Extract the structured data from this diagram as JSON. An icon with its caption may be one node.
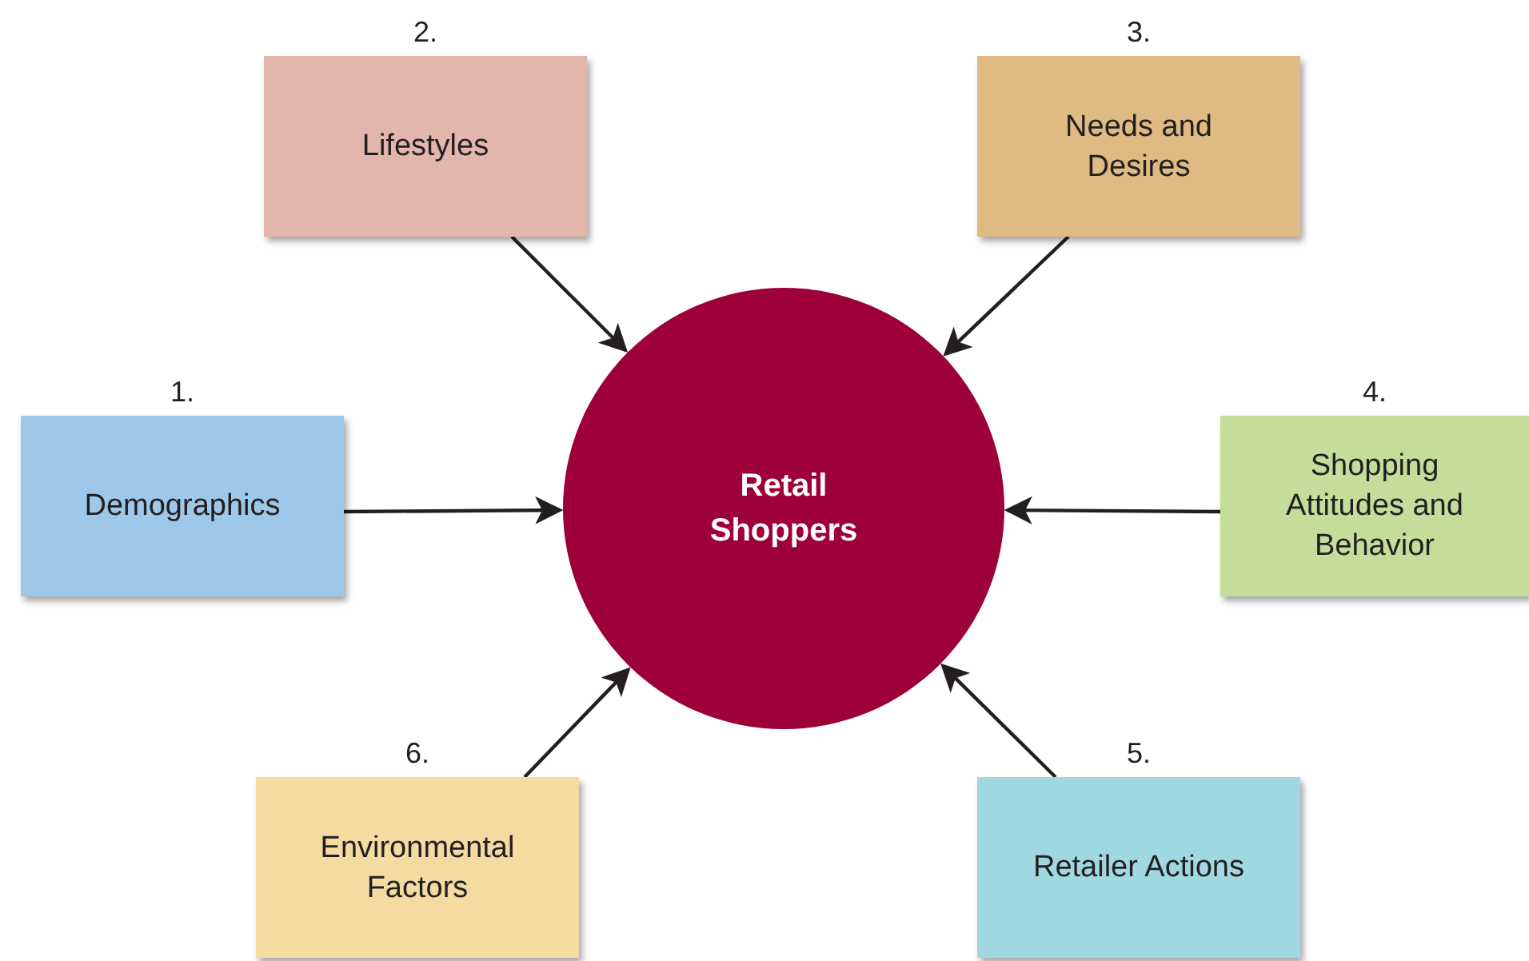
{
  "diagram": {
    "nodes": [
      {
        "text": [
          "Lifestyles"
        ],
        "beside": [
          "2."
        ]
      },
      {
        "text": [
          "Needs and Desires"
        ],
        "beside": [
          "3."
        ]
      },
      {
        "text": [
          "Demographics"
        ],
        "beside": [
          "1."
        ]
      },
      {
        "text": [
          "Retail Shoppers"
        ]
      },
      {
        "text": [
          "Shopping Attitudes and Behavior"
        ],
        "beside": [
          "4."
        ]
      },
      {
        "text": [
          "Environmental Factors"
        ],
        "beside": [
          "6."
        ]
      },
      {
        "text": [
          "Retailer Actions"
        ],
        "beside": [
          "5."
        ]
      }
    ],
    "edges": [
      {
        "from": 0,
        "to": 3,
        "arrow": "to"
      },
      {
        "from": 1,
        "to": 3,
        "arrow": "to"
      },
      {
        "from": 2,
        "to": 3,
        "arrow": "to"
      },
      {
        "from": 4,
        "to": 3,
        "arrow": "to"
      },
      {
        "from": 5,
        "to": 3,
        "arrow": "to"
      },
      {
        "from": 6,
        "to": 3,
        "arrow": "to"
      }
    ]
  }
}
